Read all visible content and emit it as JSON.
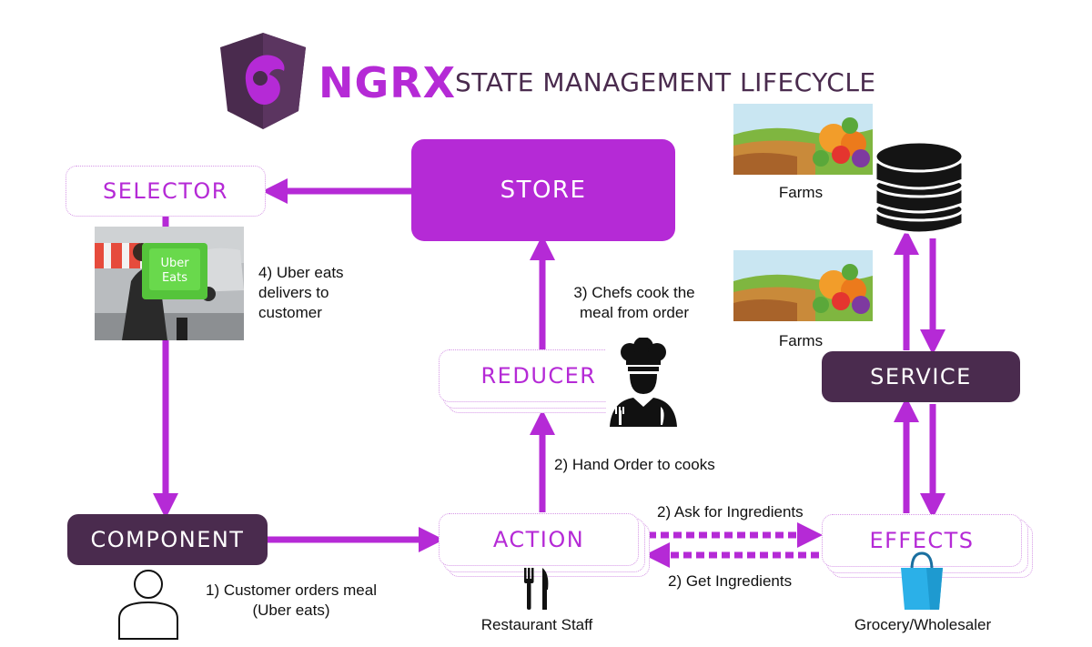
{
  "title": {
    "brand": "NGRX",
    "subtitle": "STATE MANAGEMENT LIFECYCLE"
  },
  "nodes": {
    "selector": "SELECTOR",
    "store": "STORE",
    "reducer": "REDUCER",
    "component": "COMPONENT",
    "action": "ACTION",
    "effects": "EFFECTS",
    "service": "SERVICE"
  },
  "captions": {
    "step1_line1": "1) Customer orders meal",
    "step1_line2": "(Uber eats)",
    "step2_hand": "2) Hand Order to cooks",
    "step3_line1": "3) Chefs cook the",
    "step3_line2": "meal from order",
    "step4_line1": "4) Uber eats",
    "step4_line2": "delivers to",
    "step4_line3": "customer",
    "ask_ingredients": "2) Ask for Ingredients",
    "get_ingredients": "2) Get Ingredients",
    "farms_top": "Farms",
    "farms_bottom": "Farms",
    "restaurant_staff": "Restaurant Staff",
    "grocery": "Grocery/Wholesaler"
  },
  "logo_text": {
    "uber_bag": "Uber Eats"
  },
  "colors": {
    "accent": "#b52ad6",
    "dark": "#4a2b4e",
    "light_outline": "#d596e6",
    "bag_blue": "#2bb0e8"
  },
  "icons": [
    "ngrx-logo-icon",
    "chef-icon",
    "user-icon",
    "fork-knife-icon",
    "shopping-bag-icon",
    "database-icon",
    "farm-image",
    "uber-eats-courier-image"
  ]
}
